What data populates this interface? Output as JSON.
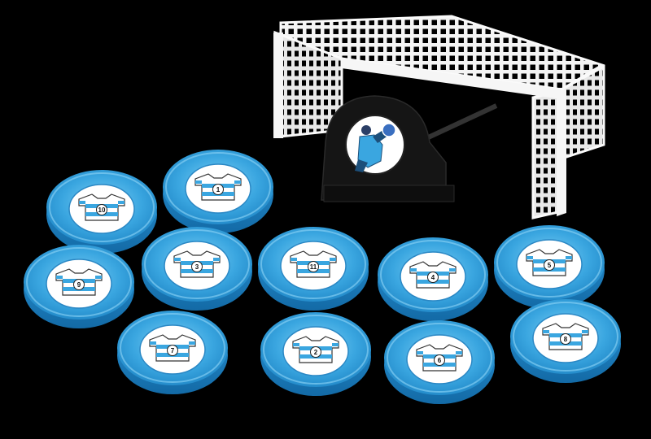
{
  "scene": {
    "background_color": "#000000",
    "disc_color": "#3aa6e0",
    "disc_rim_color": "#1c7fc0",
    "shirt_stripe_color": "#3aa6e0",
    "goal_color": "#f2f2f2",
    "keeper_stand_color": "#111111"
  },
  "players": [
    {
      "number": "1"
    },
    {
      "number": "10"
    },
    {
      "number": "3"
    },
    {
      "number": "11"
    },
    {
      "number": "4"
    },
    {
      "number": "5"
    },
    {
      "number": "9"
    },
    {
      "number": "7"
    },
    {
      "number": "2"
    },
    {
      "number": "6"
    },
    {
      "number": "8"
    }
  ],
  "goalkeeper": {
    "icon": "goalkeeper-figure-icon"
  },
  "goal": {
    "icon": "goal-net-icon"
  }
}
